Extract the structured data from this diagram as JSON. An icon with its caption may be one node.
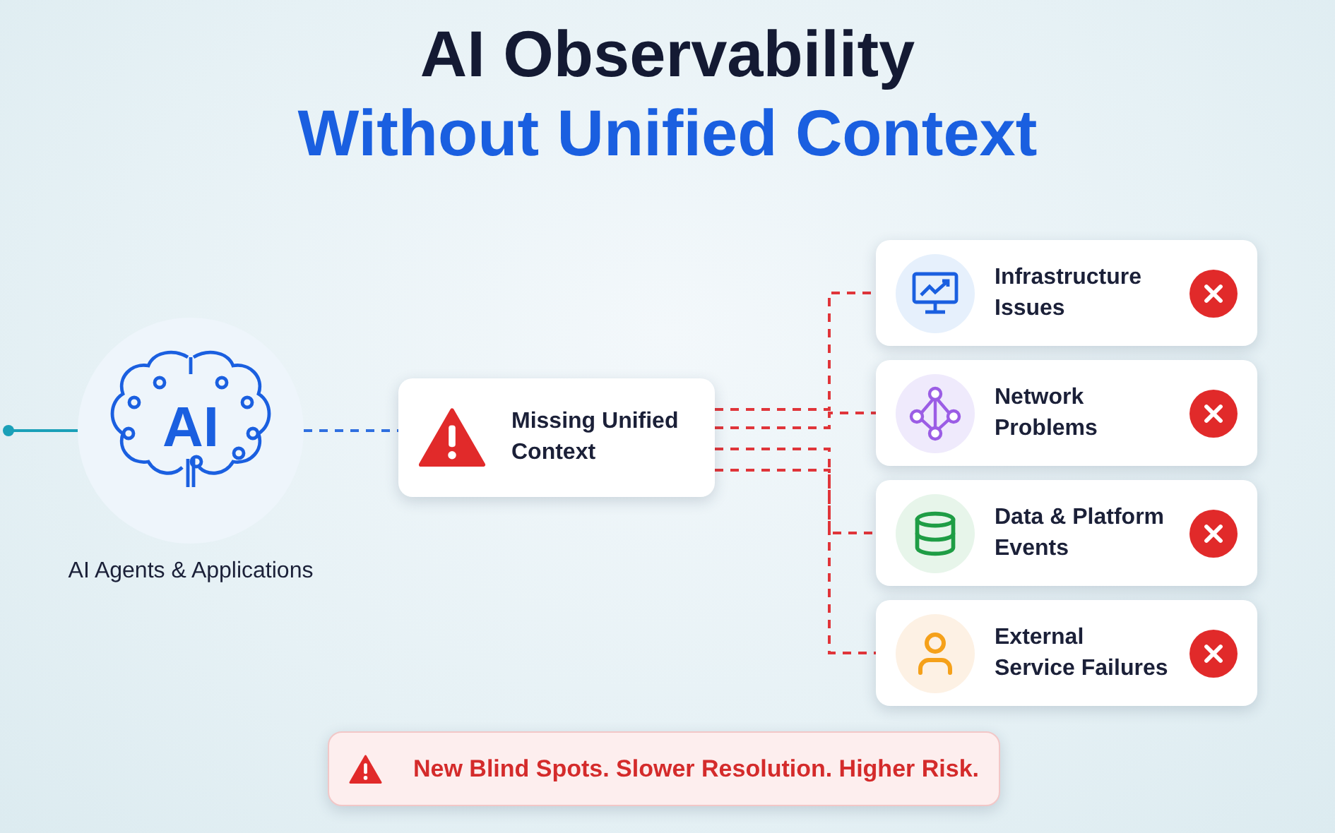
{
  "diagram": {
    "title": "AI Observability Without Unified Context",
    "nodes": [
      {
        "text": [
          "AI",
          "AI Agents & Applications"
        ]
      },
      {
        "text": [
          "Missing Unified Context"
        ]
      },
      {
        "text": [
          "Infrastructure Issues"
        ]
      },
      {
        "text": [
          "Network Problems"
        ]
      },
      {
        "text": [
          "Data & Platform Events"
        ]
      },
      {
        "text": [
          "External Service Failures"
        ]
      },
      {
        "text": [
          "New Blind Spots. Slower Resolution. Higher Risk."
        ]
      }
    ],
    "edges": [
      {
        "from": null,
        "to": 0,
        "arrow": "other",
        "color": "#1aa0b8"
      },
      {
        "from": 0,
        "to": 1,
        "arrow": "none",
        "style": "dashed",
        "color": "#2f6fe0"
      },
      {
        "from": 1,
        "to": 2,
        "arrow": "none",
        "style": "dashed"
      },
      {
        "from": 1,
        "to": 3,
        "arrow": "none",
        "style": "dashed"
      },
      {
        "from": 1,
        "to": 4,
        "arrow": "none",
        "style": "dashed"
      },
      {
        "from": 1,
        "to": 5,
        "arrow": "none",
        "style": "dashed"
      }
    ]
  }
}
